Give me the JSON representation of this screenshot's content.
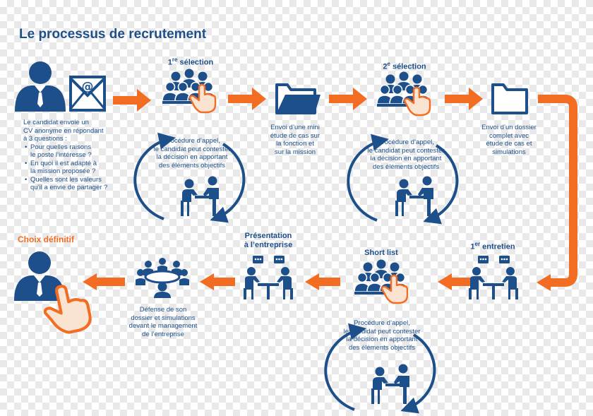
{
  "title": "Le processus de recrutement",
  "colors": {
    "blue": "#1d4f8a",
    "orange": "#f26c21"
  },
  "candidat": {
    "lines": [
      "Le candidat envoie un",
      "CV anonyme en répondant",
      "à 3 questions :"
    ],
    "questions": [
      {
        "l1": "Pour quelles raisons",
        "l2": "le poste l’intéresse ?"
      },
      {
        "l1": "En quoi il est adapté à",
        "l2": "la mission proposée ?"
      },
      {
        "l1": "Quelles sont les valeurs",
        "l2": "qu’il a envie de partager ?"
      }
    ]
  },
  "steps": {
    "s1": {
      "num": "1",
      "sup": "re",
      "label": " sélection"
    },
    "s2": {
      "num": "2",
      "sup": "e",
      "label": " sélection"
    },
    "entretien": {
      "num": "1",
      "sup": "er",
      "label": " entretien"
    },
    "shortlist": {
      "label": "Short list"
    },
    "presentation": {
      "l1": "Présentation",
      "l2": "à l’entreprise"
    },
    "choix": "Choix définitif"
  },
  "procedure": [
    "Procédure d’appel,",
    "le candidat peut contester",
    "la décision en apportant",
    "des éléments objectifs"
  ],
  "envoi_mini": [
    "Envoi d’une mini",
    "étude de cas sur",
    "la fonction et",
    "sur la mission"
  ],
  "envoi_dossier": [
    "Envoi d’un dossier",
    "complet avec",
    "étude de cas et",
    "simulations"
  ],
  "defense": [
    "Défense de son",
    "dossier et simulations",
    "devant le management",
    "de l’entreprise"
  ],
  "icons": [
    "candidate-icon",
    "envelope-icon",
    "group-select-icon",
    "folder-open-icon",
    "folder-icon",
    "interview-icon",
    "appeal-cycle-icon",
    "meeting-table-icon",
    "final-choice-icon"
  ]
}
